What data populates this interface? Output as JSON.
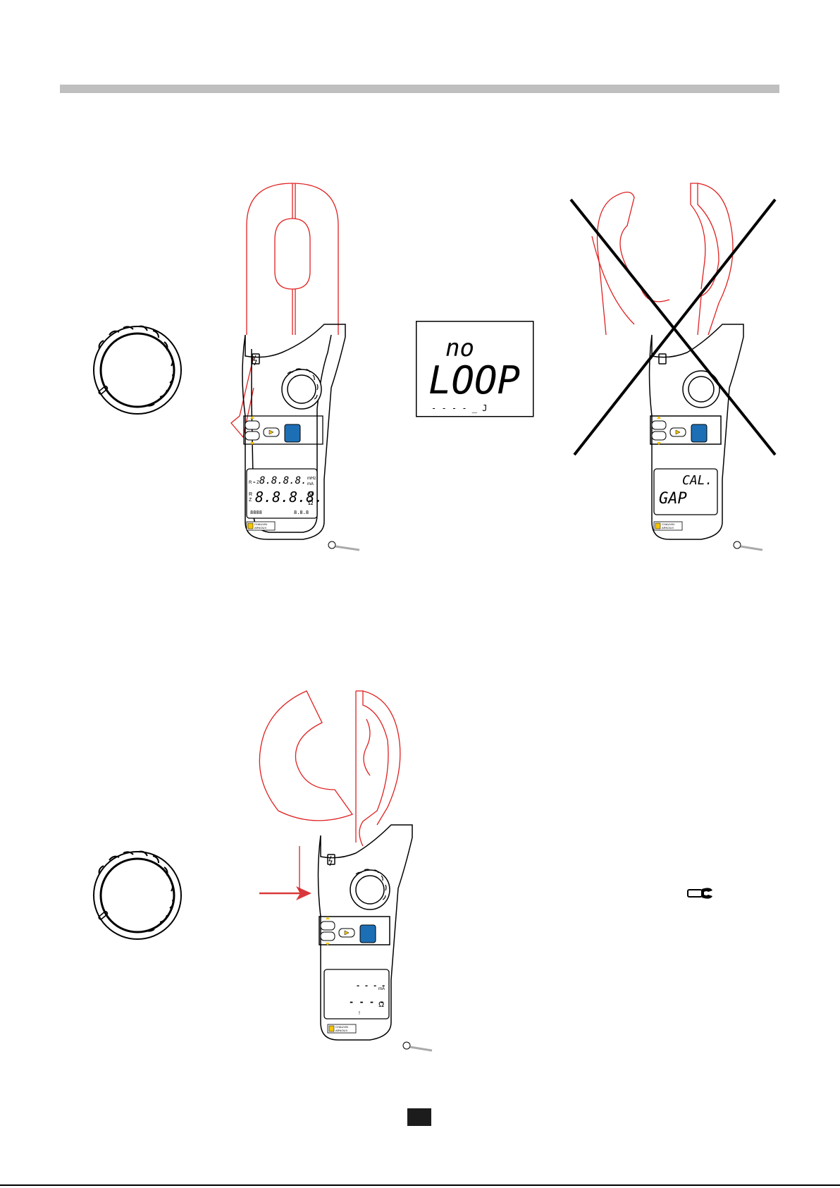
{
  "display_no_loop": {
    "line1": "no",
    "line2": "LOOP",
    "line3": "- - - -   _ J"
  },
  "display_cal_gap": {
    "line1": "CAL.",
    "line2": "GAP"
  },
  "display_full": {
    "row1_prefix": "R = Z",
    "row1_digits": "8.8.8.8.",
    "row1_unit_top": "mHz",
    "row1_unit_bottom": "mA",
    "row2_prefix_top": "R",
    "row2_prefix_bottom": "Z",
    "row2_digits": "8.8.8.8.",
    "row2_unit_top": "V",
    "row2_unit_bottom": "Ω",
    "bottom_left": "8888",
    "bottom_right": "8.8.8"
  },
  "display_dashes": {
    "dash_row1": "- - - -",
    "unit1": "mA",
    "dash_row2": "- - - -",
    "unit2": "Ω",
    "footer_mark": "!"
  },
  "brand": {
    "line1": "CHAUVIN",
    "line2": "ARNOUX"
  },
  "colors": {
    "jaw": "#e02020",
    "button_blue": "#1d6fb5",
    "button_yellow": "#f5c400",
    "arrow": "#d9383a",
    "rule": "#bfbfbf"
  },
  "icons": [
    "rotary-dial-icon",
    "clamp-meter-icon",
    "arrow-right-icon",
    "cross-out-icon",
    "clamp-symbol-icon",
    "lightning-icon",
    "backlight-icon"
  ]
}
